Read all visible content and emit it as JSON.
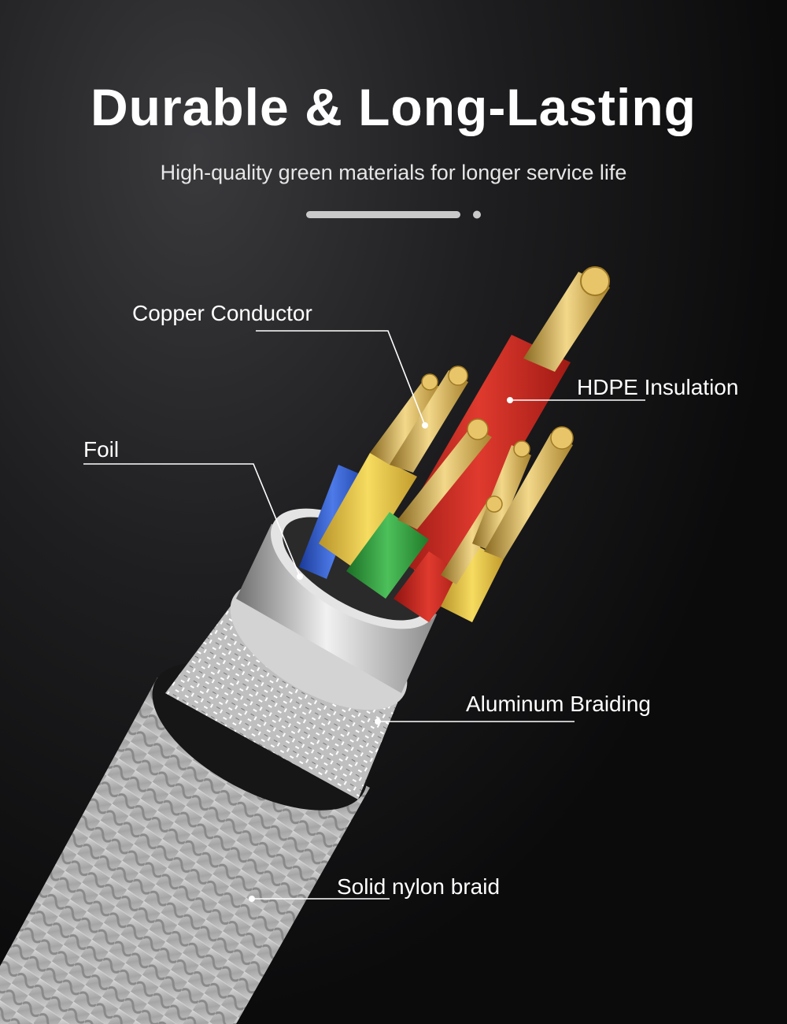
{
  "header": {
    "title": "Durable & Long-Lasting",
    "subtitle": "High-quality green materials for longer service life"
  },
  "labels": {
    "copper": "Copper Conductor",
    "hdpe": "HDPE Insulation",
    "foil": "Foil",
    "aluminum": "Aluminum Braiding",
    "nylon": "Solid nylon braid"
  },
  "colors": {
    "background": "#0b0b0c",
    "text": "#ffffff",
    "copper": "#d9b45a",
    "insulation_red": "#c9251d",
    "insulation_yellow": "#e8c63a",
    "insulation_green": "#2f9b3a",
    "insulation_blue": "#2a55c9",
    "braid": "#d8d8d8"
  }
}
